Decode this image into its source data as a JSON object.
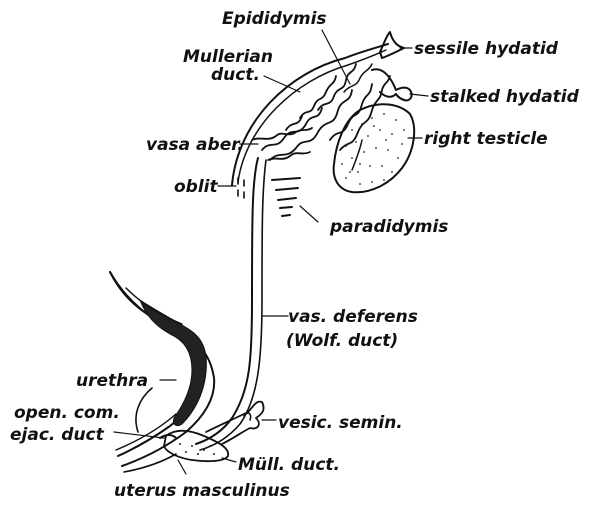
{
  "labels": {
    "epididymis": "Epididymis",
    "mullerian_duct_1": "Mullerian",
    "mullerian_duct_2": "duct.",
    "sessile_hydatid": "sessile hydatid",
    "stalked_hydatid": "stalked hydatid",
    "vasa_aber": "vasa aber.",
    "right_testicle": "right testicle",
    "oblit": "oblit",
    "paradidymis": "paradidymis",
    "vas_deferens_1": "vas. deferens",
    "vas_deferens_2": "(Wolf. duct)",
    "urethra": "urethra",
    "open_com": "open. com.",
    "ejac_duct": "ejac. duct",
    "vesic_semin": "vesic. semin.",
    "mull_duct": "Müll. duct.",
    "uterus_masculinus": "uterus masculinus"
  }
}
